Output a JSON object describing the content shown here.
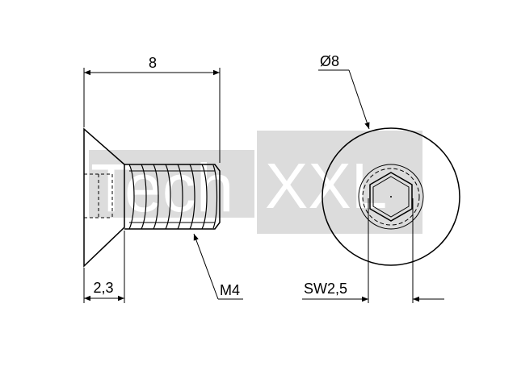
{
  "drawing": {
    "dim_length": "8",
    "dim_head_height": "2,3",
    "dim_thread": "M4",
    "dim_head_diameter": "Ø8",
    "dim_socket": "SW2,5"
  },
  "watermark": {
    "left_text": "Tech",
    "right_text": "XXL",
    "color": "#dcdcdc"
  }
}
